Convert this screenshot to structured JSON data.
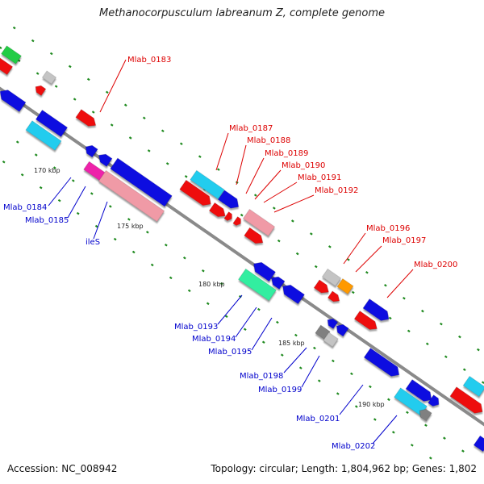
{
  "title": "Methanocorpusculum labreanum Z, complete genome",
  "footer": {
    "accession": "Accession: NC_008942",
    "topology": "Topology: circular; Length: 1,804,962 bp; Genes: 1,802"
  },
  "colors": {
    "backbone": "#8a8a8a",
    "label_top": "#dd0000",
    "label_bottom": "#0000cc",
    "blue": "#1010e0",
    "red": "#ee0a0a",
    "cyan": "#22ccee",
    "pink": "#f09aa6",
    "green": "#22cc44",
    "mint": "#33eea0",
    "gray": "#c4c4c4",
    "darkgray": "#808080",
    "orange": "#ff9900",
    "magenta": "#ee22aa",
    "dots": "#1f8a1f"
  },
  "ticks": [
    "170 kbp",
    "175 kbp",
    "180 kbp",
    "185 kbp",
    "190 kbp"
  ],
  "top_labels": [
    "Mlab_0183",
    "Mlab_0187",
    "Mlab_0188",
    "Mlab_0189",
    "Mlab_0190",
    "Mlab_0191",
    "Mlab_0192",
    "Mlab_0196",
    "Mlab_0197",
    "Mlab_0200"
  ],
  "bottom_labels": [
    "Mlab_0184",
    "Mlab_0185",
    "ileS",
    "Mlab_0193",
    "Mlab_0194",
    "Mlab_0195",
    "Mlab_0198",
    "Mlab_0199",
    "Mlab_0201",
    "Mlab_0202"
  ]
}
